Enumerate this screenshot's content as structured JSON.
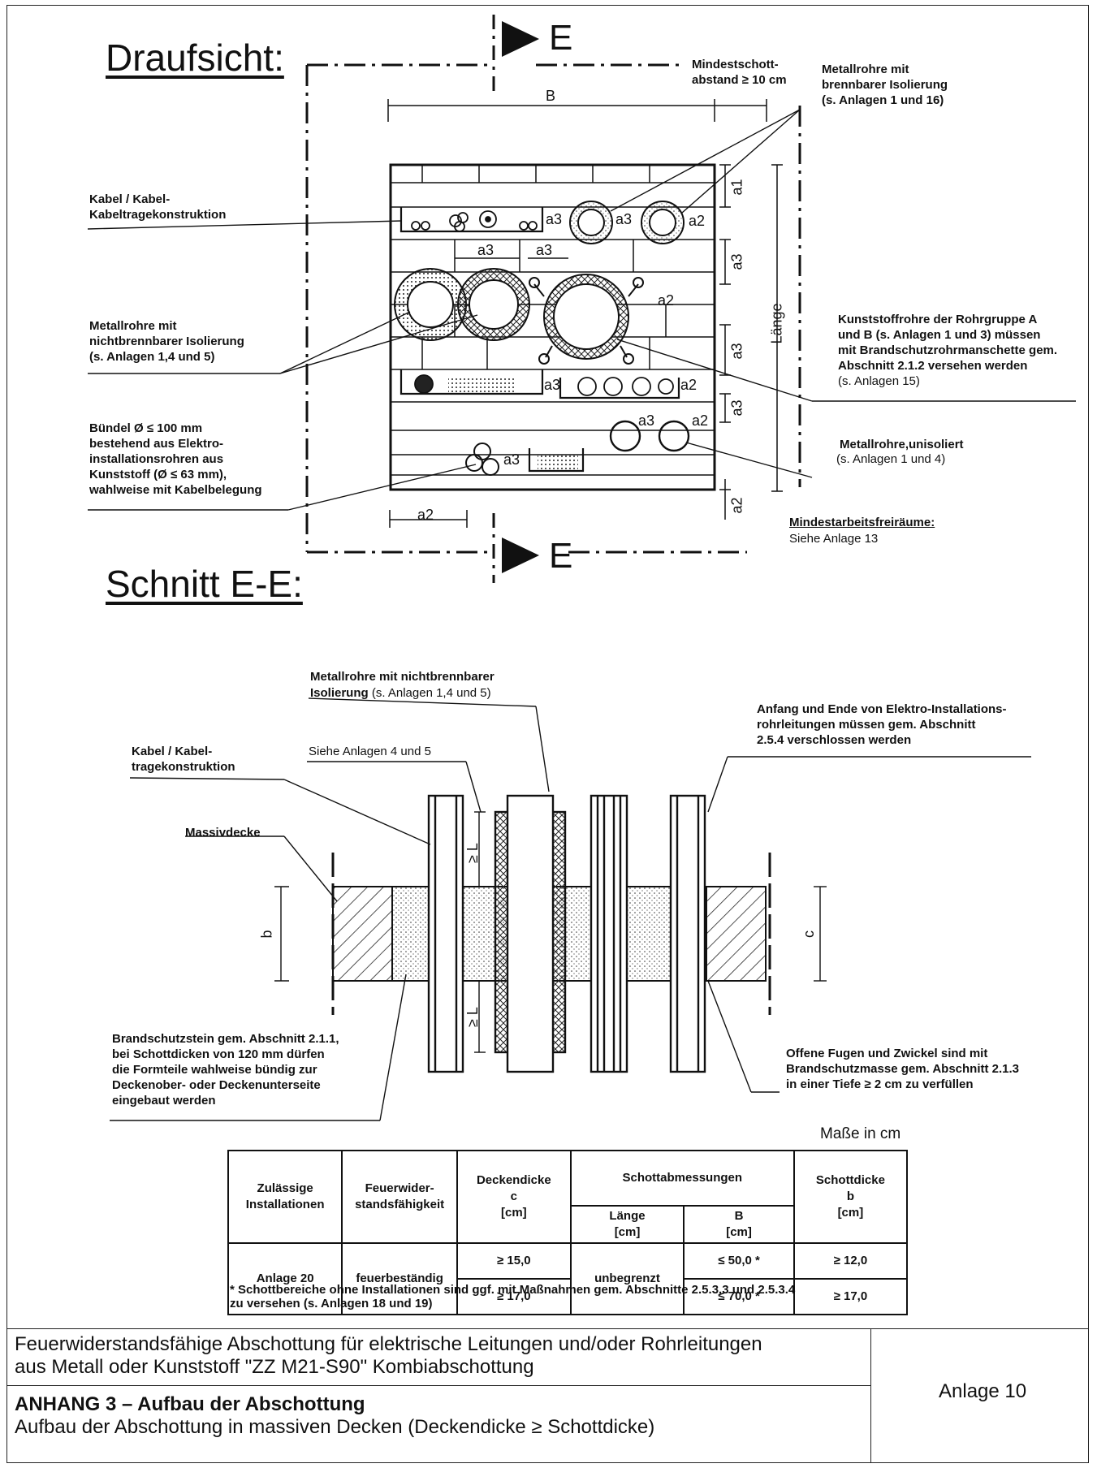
{
  "top_view": {
    "heading": "Draufsicht:",
    "section_marker": "E",
    "dim_b": "B",
    "dim_length": "Länge",
    "dim_a1": "a1",
    "dim_a2": "a2",
    "dim_a3": "a3",
    "label_min_gap": "Mindestschott-\nabstand ≥ 10 cm",
    "label_metal_pipes_combustible": "Metallrohre mit\nbrennbarer Isolierung\n(s. Anlagen 1 und 16)",
    "label_cable": "Kabel / Kabel-\nKabeltragekonstruktion",
    "label_metal_pipes_noncombustible": "Metallrohre mit\nnichtbrennbarer Isolierung\n(s. Anlagen 1,4 und 5)",
    "label_bundle": "Bündel Ø ≤ 100 mm\nbestehend aus Elektro-\ninstallationsrohren aus\nKunststoff (Ø ≤ 63 mm),\nwahlweise mit Kabelbelegung",
    "label_plastic_pipes": "Kunststoffrohre der Rohrgruppe A\nund B (s. Anlagen 1 und 3) müssen\nmit Brandschutzrohrmanschette gem.\nAbschnitt 2.1.2 versehen werden",
    "label_plastic_pipes_ref": "(s. Anlagen 15)",
    "label_metal_uninsulated": "Metallrohre,unisoliert",
    "label_metal_uninsulated_ref": "(s. Anlagen 1 und 4)",
    "label_work_space": "Mindestarbeitsfreiräume:",
    "label_work_space_ref": "Siehe Anlage 13"
  },
  "section_view": {
    "heading": "Schnitt E-E:",
    "dim_b": "b",
    "dim_c": "c",
    "dim_l": "≥ L",
    "label_metal_pipes": "Metallrohre mit nichtbrennbarer",
    "label_metal_pipes_2a": "Isolierung",
    "label_metal_pipes_2b": "(s. Anlagen 1,4 und 5)",
    "label_see_annex": "Siehe Anlagen 4 und 5",
    "label_cable": "Kabel / Kabel-\ntragekonstruktion",
    "label_slab": "Massivdecke",
    "label_conduit_ends": "Anfang und Ende von Elektro-Installations-\nrohrleitungen müssen gem. Abschnitt\n2.5.4 verschlossen werden",
    "label_fire_brick": "Brandschutzstein gem. Abschnitt 2.1.1,\nbei Schottdicken von 120 mm dürfen\ndie Formteile wahlweise bündig zur\nDeckenober- oder Deckenunterseite\neingebaut werden",
    "label_joints": "Offene Fugen und Zwickel sind mit\nBrandschutzmasse gem. Abschnitt 2.1.3\nin einer Tiefe ≥ 2 cm zu verfüllen"
  },
  "table": {
    "units_note": "Maße in cm",
    "headers": {
      "installations": "Zulässige\nInstallationen",
      "resistance": "Feuerwider-\nstandsfähigkeit",
      "slab": "Deckendicke\nc\n[cm]",
      "dimensions": "Schottabmessungen",
      "length": "Länge\n[cm]",
      "width": "B\n[cm]",
      "thickness": "Schottdicke\nb\n[cm]"
    },
    "rows": [
      {
        "installations": "Anlage 20",
        "resistance": "feuerbeständig",
        "slab": "≥ 15,0",
        "length": "unbegrenzt",
        "width": "≤ 50,0 *",
        "thickness": "≥ 12,0"
      },
      {
        "slab": "≥ 17,0",
        "width": "≤ 70,0 *",
        "thickness": "≥ 17,0"
      }
    ],
    "footnote": "* Schottbereiche ohne Installationen sind ggf. mit Maßnahmen gem. Abschnitte 2.5.3.3 und 2.5.3.4\n  zu versehen (s. Anlagen 18 und 19)"
  },
  "title_block": {
    "description": "Feuerwiderstandsfähige Abschottung für elektrische Leitungen und/oder Rohrleitungen\naus Metall oder Kunststoff \"ZZ M21-S90\" Kombiabschottung",
    "heading": "ANHANG 3 – Aufbau der Abschottung",
    "subheading": "Aufbau der Abschottung in massiven Decken (Deckendicke ≥ Schottdicke)",
    "annex": "Anlage 10"
  }
}
